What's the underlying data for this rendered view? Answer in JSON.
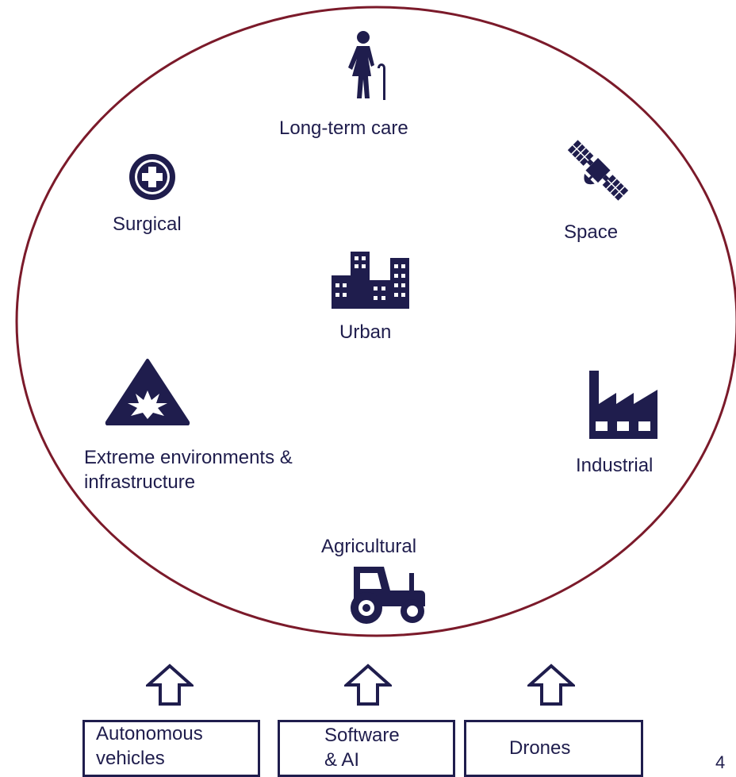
{
  "sectors": {
    "long_term_care": "Long-term care",
    "surgical": "Surgical",
    "space": "Space",
    "urban": "Urban",
    "extreme_line1": "Extreme environments &",
    "extreme_line2": "infrastructure",
    "industrial": "Industrial",
    "agricultural": "Agricultural"
  },
  "enablers": {
    "autonomous_line1": "Autonomous",
    "autonomous_line2": "vehicles",
    "software_line1": "Software",
    "software_line2": "& AI",
    "drones": "Drones"
  },
  "page_number": "4",
  "colors": {
    "circle": "#7b1a2a",
    "icon": "#1f1d4d",
    "text": "#1f1d4d"
  },
  "icons": [
    "elderly-person-icon",
    "medical-cross-icon",
    "satellite-icon",
    "city-buildings-icon",
    "explosion-warning-icon",
    "factory-icon",
    "tractor-icon",
    "up-arrow-icon"
  ]
}
